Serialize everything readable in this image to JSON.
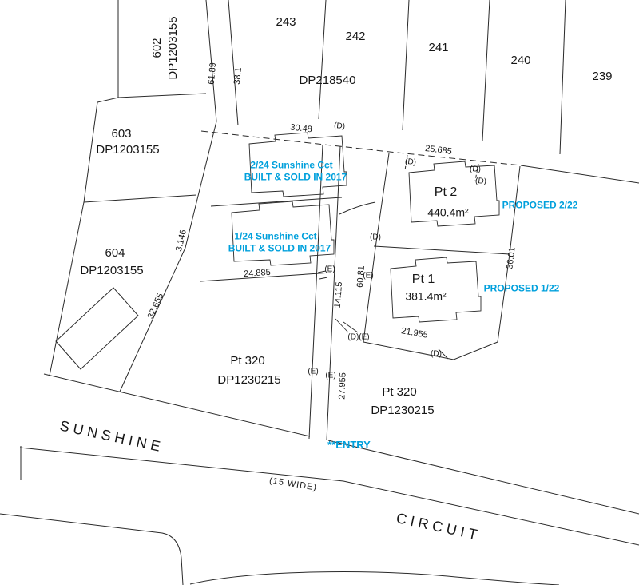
{
  "colors": {
    "accent_cyan": "#00A0DC",
    "line": "#2a2a2a"
  },
  "lots": {
    "lot602": {
      "number": "602",
      "dp": "DP1203155"
    },
    "lot603": {
      "number": "603",
      "dp": "DP1203155"
    },
    "lot604": {
      "number": "604",
      "dp": "DP1203155"
    },
    "lot243": {
      "number": "243"
    },
    "lot242": {
      "number": "242"
    },
    "lot241": {
      "number": "241"
    },
    "lot240": {
      "number": "240"
    },
    "lot239": {
      "number": "239"
    },
    "dp_top": "DP218540",
    "pt2": {
      "name": "Pt 2",
      "area": "440.4m²"
    },
    "pt1": {
      "name": "Pt 1",
      "area": "381.4m²"
    },
    "pt320_left": {
      "name": "Pt 320",
      "dp": "DP1230215"
    },
    "pt320_right": {
      "name": "Pt 320",
      "dp": "DP1230215"
    }
  },
  "annotations": {
    "proposed_2_22": "PROPOSED 2/22",
    "proposed_1_22": "PROPOSED 1/22",
    "unit2_line1": "2/24 Sunshine Cct",
    "unit2_line2": "BUILT & SOLD IN 2017",
    "unit1_line1": "1/24 Sunshine Cct",
    "unit1_line2": "BUILT & SOLD IN 2017",
    "entry": "**ENTRY"
  },
  "street": {
    "name_left": "SUNSHINE",
    "name_right": "CIRCUIT",
    "width_note": "(15 WIDE)"
  },
  "dimensions": {
    "d61_89": "61.89",
    "d38_1": "38.1",
    "d30_48": "30.48",
    "d25_685": "25.685",
    "d3_146": "3.146",
    "d32_655": "32.655",
    "d24_885": "24.885",
    "d36_01": "36.01",
    "d21_955": "21.955",
    "d27_955": "27.955",
    "d60_81": "60.81",
    "d14_115": "14.115"
  },
  "markers": {
    "d": "(D)",
    "e": "(E)",
    "de": "(D)(E)"
  }
}
